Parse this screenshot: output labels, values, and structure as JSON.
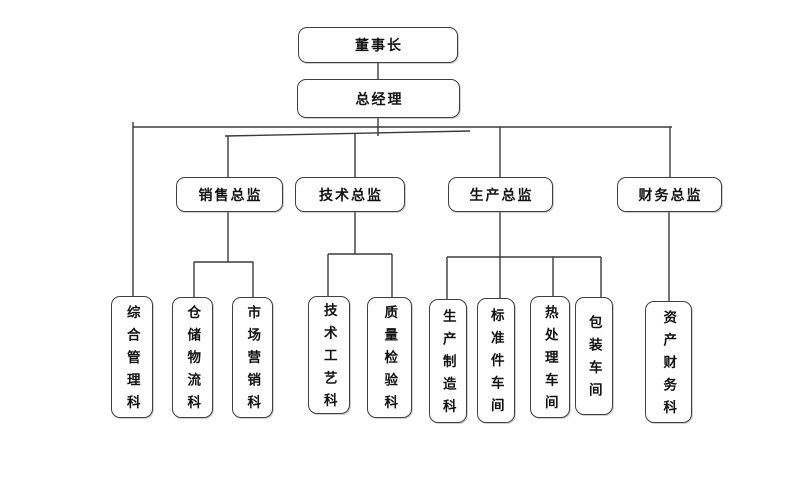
{
  "diagram": {
    "type": "org-chart",
    "background": "#ffffff",
    "colors": {
      "box_border": "#404040",
      "connector": "#3a3a3a",
      "text": "#111111",
      "box_fill": "#ffffff"
    },
    "nodes": {
      "chairman": {
        "label": "董事长",
        "reports_to": null
      },
      "general_manager": {
        "label": "总经理",
        "reports_to": "董事长"
      },
      "sales_director": {
        "label": "销售总监",
        "reports_to": "总经理"
      },
      "tech_director": {
        "label": "技术总监",
        "reports_to": "总经理"
      },
      "production_director": {
        "label": "生产总监",
        "reports_to": "总经理"
      },
      "finance_director": {
        "label": "财务总监",
        "reports_to": "总经理"
      },
      "general_management": {
        "label": "综合管理科",
        "reports_to": "总经理"
      },
      "warehouse_logistics": {
        "label": "仓储物流科",
        "reports_to": "销售总监"
      },
      "marketing": {
        "label": "市场营销科",
        "reports_to": "销售总监"
      },
      "tech_process": {
        "label": "技术工艺科",
        "reports_to": "技术总监"
      },
      "quality_inspection": {
        "label": "质量检验科",
        "reports_to": "技术总监"
      },
      "manufacturing": {
        "label": "生产制造科",
        "reports_to": "生产总监"
      },
      "standard_parts": {
        "label": "标准件车间",
        "reports_to": "生产总监"
      },
      "heat_treatment": {
        "label": "热处理车间",
        "reports_to": "生产总监"
      },
      "packaging": {
        "label": "包装车间",
        "reports_to": "生产总监"
      },
      "asset_finance": {
        "label": "资产财务科",
        "reports_to": "财务总监"
      }
    },
    "hierarchy": {
      "董事长": [
        "总经理"
      ],
      "总经理": [
        "综合管理科",
        "销售总监",
        "技术总监",
        "生产总监",
        "财务总监"
      ],
      "销售总监": [
        "仓储物流科",
        "市场营销科"
      ],
      "技术总监": [
        "技术工艺科",
        "质量检验科"
      ],
      "生产总监": [
        "生产制造科",
        "标准件车间",
        "热处理车间",
        "包装车间"
      ],
      "财务总监": [
        "资产财务科"
      ]
    }
  }
}
